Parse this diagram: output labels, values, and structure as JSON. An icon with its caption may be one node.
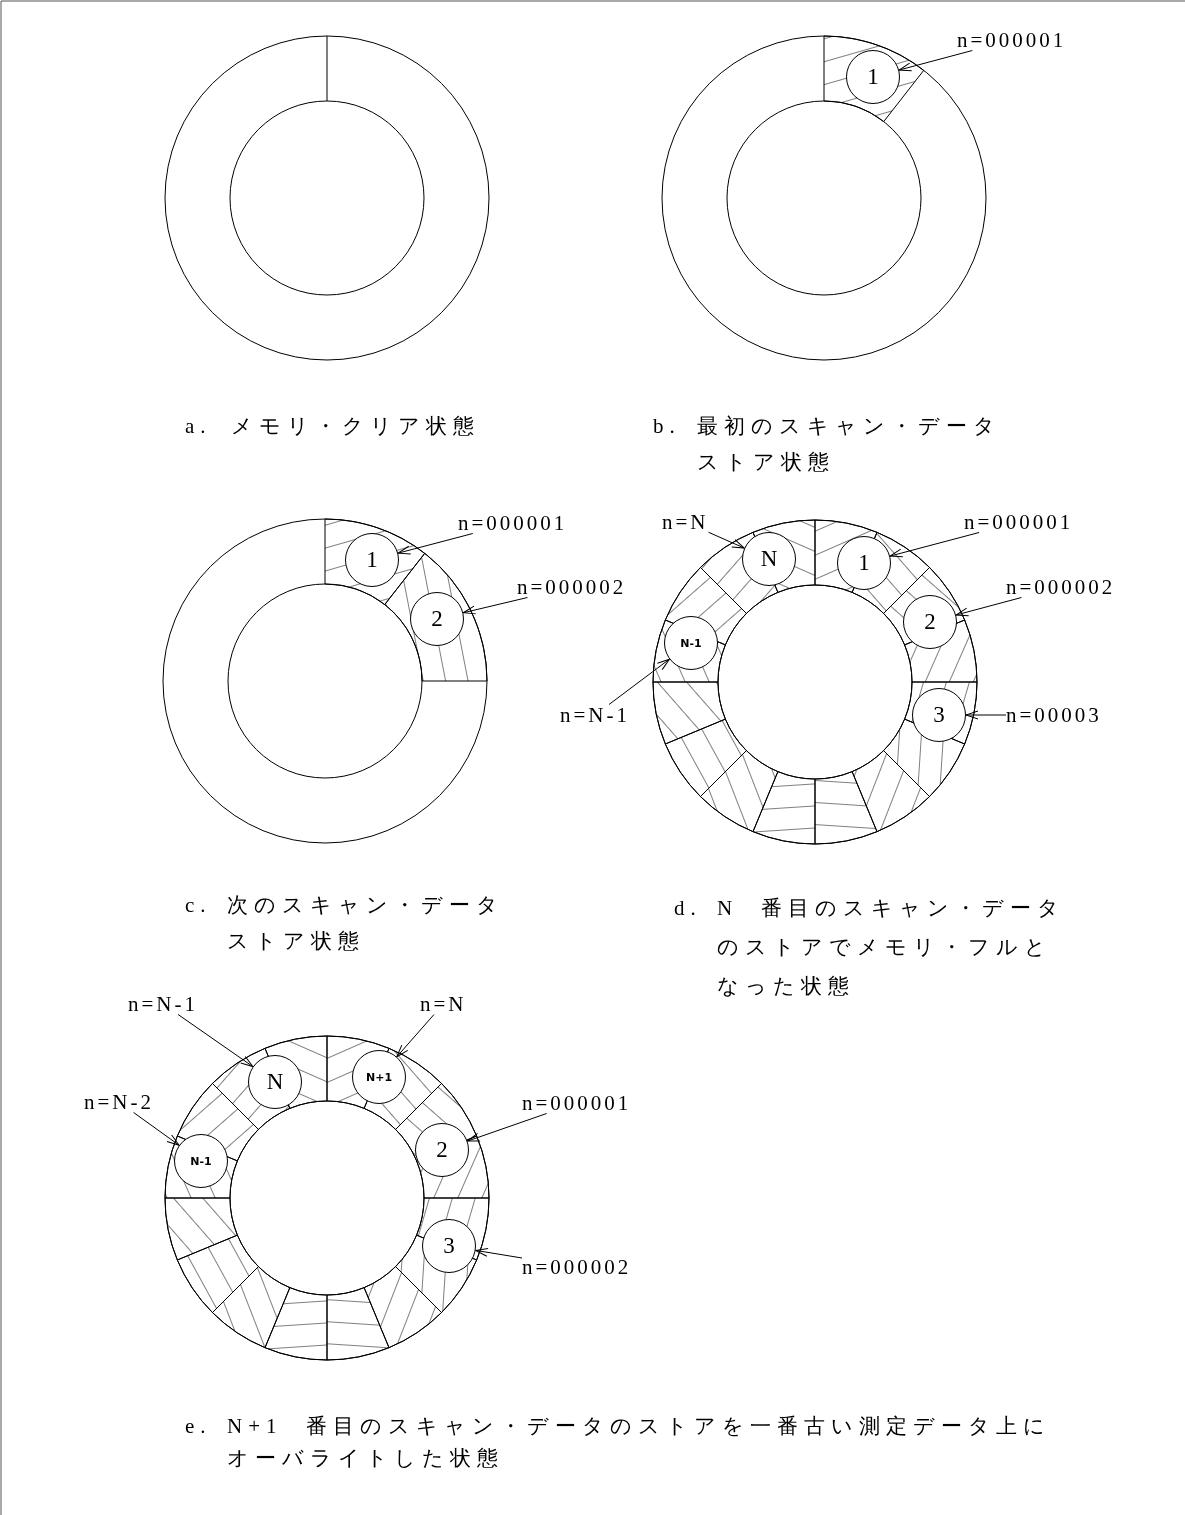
{
  "diagram": {
    "nodes": [
      {
        "text": [
          "1"
        ]
      },
      {
        "text": [
          "n=000001"
        ]
      },
      {
        "text": [
          "1"
        ]
      },
      {
        "text": [
          "2"
        ]
      },
      {
        "text": [
          "n=000001"
        ]
      },
      {
        "text": [
          "n=000002"
        ]
      },
      {
        "text": [
          "n=N"
        ]
      },
      {
        "text": [
          "N"
        ]
      },
      {
        "text": [
          "1"
        ]
      },
      {
        "text": [
          "n=000001"
        ]
      },
      {
        "text": [
          "2"
        ]
      },
      {
        "text": [
          "n=000002"
        ]
      },
      {
        "text": [
          "N-1"
        ]
      },
      {
        "text": [
          "n=N-1"
        ]
      },
      {
        "text": [
          "3"
        ]
      },
      {
        "text": [
          "n=00003"
        ]
      },
      {
        "text": [
          "n=N-1"
        ]
      },
      {
        "text": [
          "n=N"
        ]
      },
      {
        "text": [
          "N"
        ]
      },
      {
        "text": [
          "N+1"
        ]
      },
      {
        "text": [
          "n=N-2"
        ]
      },
      {
        "text": [
          "n=000001"
        ]
      },
      {
        "text": [
          "2"
        ]
      },
      {
        "text": [
          "N-1"
        ]
      },
      {
        "text": [
          "3"
        ]
      },
      {
        "text": [
          "n=000002"
        ]
      }
    ],
    "edges": [
      {
        "from": 1,
        "to": 0,
        "arrow": "to"
      },
      {
        "from": 4,
        "to": 2,
        "arrow": "to"
      },
      {
        "from": 5,
        "to": 3,
        "arrow": "to"
      },
      {
        "from": 6,
        "to": 7,
        "arrow": "to"
      },
      {
        "from": 9,
        "to": 8,
        "arrow": "to"
      },
      {
        "from": 11,
        "to": 10,
        "arrow": "to"
      },
      {
        "from": 13,
        "to": 12,
        "arrow": "to"
      },
      {
        "from": 15,
        "to": 14,
        "arrow": "to"
      },
      {
        "from": 16,
        "to": 18,
        "arrow": "to"
      },
      {
        "from": 17,
        "to": 19,
        "arrow": "to"
      },
      {
        "from": 20,
        "to": 23,
        "arrow": "to"
      },
      {
        "from": 21,
        "to": 22,
        "arrow": "to"
      },
      {
        "from": 25,
        "to": 24,
        "arrow": "to"
      }
    ],
    "labels": [
      "a.",
      "メモリ・クリア状態",
      "b.",
      "最初のスキャン・データストア状態",
      "c.",
      "次のスキャン・データストア状態",
      "d.",
      "N 番目のスキャン・データのストアでメモリ・フルとなった状態",
      "e.",
      "N+1 番目のスキャン・データのストアを一番古い測定データ上にオーバライトした状態"
    ]
  }
}
